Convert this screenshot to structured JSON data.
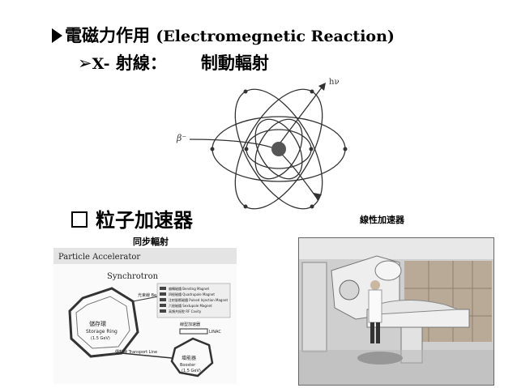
{
  "heading": {
    "title_zh": "電磁力作用",
    "title_en": "(Electromegnetic Reaction)"
  },
  "subheading": {
    "marker": "➢",
    "x_label": "X-",
    "x_text": "射線：",
    "term": "制動輻射"
  },
  "atom_diagram": {
    "label_beta": "β⁻",
    "label_photon": "hν"
  },
  "section": {
    "title": "粒子加速器"
  },
  "captions": {
    "synchrotron_radiation": "同步輻射",
    "linear_accelerator": "線性加速器"
  },
  "accelerator_figure": {
    "header": "Particle Accelerator",
    "title": "Synchrotron",
    "storage_ring_zh": "儲存環",
    "storage_ring_en": "Storage Ring",
    "storage_ring_energy": "(1.5 GeV)",
    "booster_zh": "增能器",
    "booster_en": "Booster",
    "booster_energy": "(1.5 GeV)",
    "linac_zh": "線型加速器",
    "linac_en": "LINAC",
    "transport_line": "傳輸線 Transport Line",
    "beamline": "光束線 Beamline",
    "legend": [
      "偏轉磁鐵 Bending Magnet",
      "四極磁鐵 Quadrupole Magnet",
      "注射脈衝磁鐵 Pulsed Injection Magnet",
      "六極磁鐵 Sextupole Magnet",
      "高頻共振腔 RF Cavity"
    ]
  }
}
